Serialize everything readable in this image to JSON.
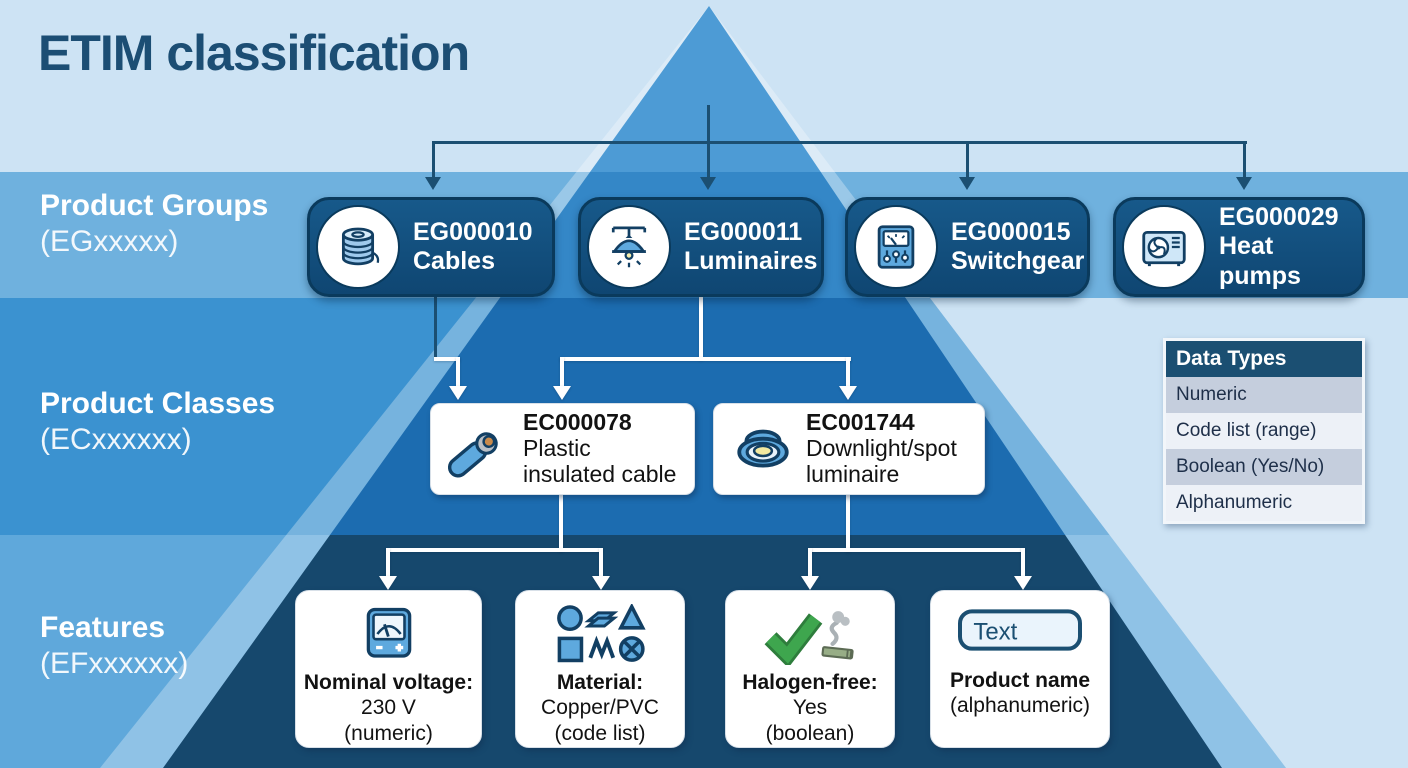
{
  "title": "ETIM classification",
  "levels": {
    "groups": {
      "label": "Product Groups",
      "code_hint": "(EGxxxxx)"
    },
    "classes": {
      "label": "Product Classes",
      "code_hint": "(ECxxxxxx)"
    },
    "features": {
      "label": "Features",
      "code_hint": "(EFxxxxxx)"
    }
  },
  "groups": [
    {
      "code": "EG000010",
      "name": "Cables",
      "icon": "cable-spool-icon"
    },
    {
      "code": "EG000011",
      "name": "Luminaires",
      "icon": "pendant-lamp-icon"
    },
    {
      "code": "EG000015",
      "name": "Switchgear",
      "icon": "switch-panel-icon"
    },
    {
      "code": "EG000029",
      "name": "Heat pumps",
      "icon": "heat-pump-icon"
    }
  ],
  "classes": [
    {
      "code": "EC000078",
      "name": "Plastic insulated cable",
      "icon": "cable-cross-section-icon"
    },
    {
      "code": "EC001744",
      "name": "Downlight/spot luminaire",
      "icon": "downlight-icon"
    }
  ],
  "features": [
    {
      "label": "Nominal voltage:",
      "value": "230 V",
      "type": "(numeric)",
      "icon": "voltmeter-icon"
    },
    {
      "label": "Material:",
      "value": "Copper/PVC",
      "type": "(code list)",
      "icon": "material-shapes-icon"
    },
    {
      "label": "Halogen-free:",
      "value": "Yes",
      "type": "(boolean)",
      "icon": "halogen-free-check-icon"
    },
    {
      "label": "Product name",
      "type": "(alphanumeric)",
      "icon": "text-field-icon",
      "field_text": "Text"
    }
  ],
  "data_types": {
    "header": "Data Types",
    "rows": [
      "Numeric",
      "Code list (range)",
      "Boolean (Yes/No)",
      "Alphanumeric"
    ]
  },
  "colors": {
    "bg-light": "#cde3f4",
    "band1": "#6fb1de",
    "band2": "#3b92d0",
    "band3": "#5fa8db",
    "tri-top": "#4d9bd5",
    "tri-band1": "#3487c7",
    "tri-band2": "#1c6cb0",
    "tri-band3": "#16486d",
    "navy": "#1b4f72",
    "pill-border": "#0a3a5c",
    "title": "#1c4e74",
    "icon-blue": "#5ea9de",
    "icon-stroke": "#123f63",
    "check-green": "#3ea64e",
    "table-row-a": "#c5cedd",
    "table-row-b": "#edf1f7"
  }
}
